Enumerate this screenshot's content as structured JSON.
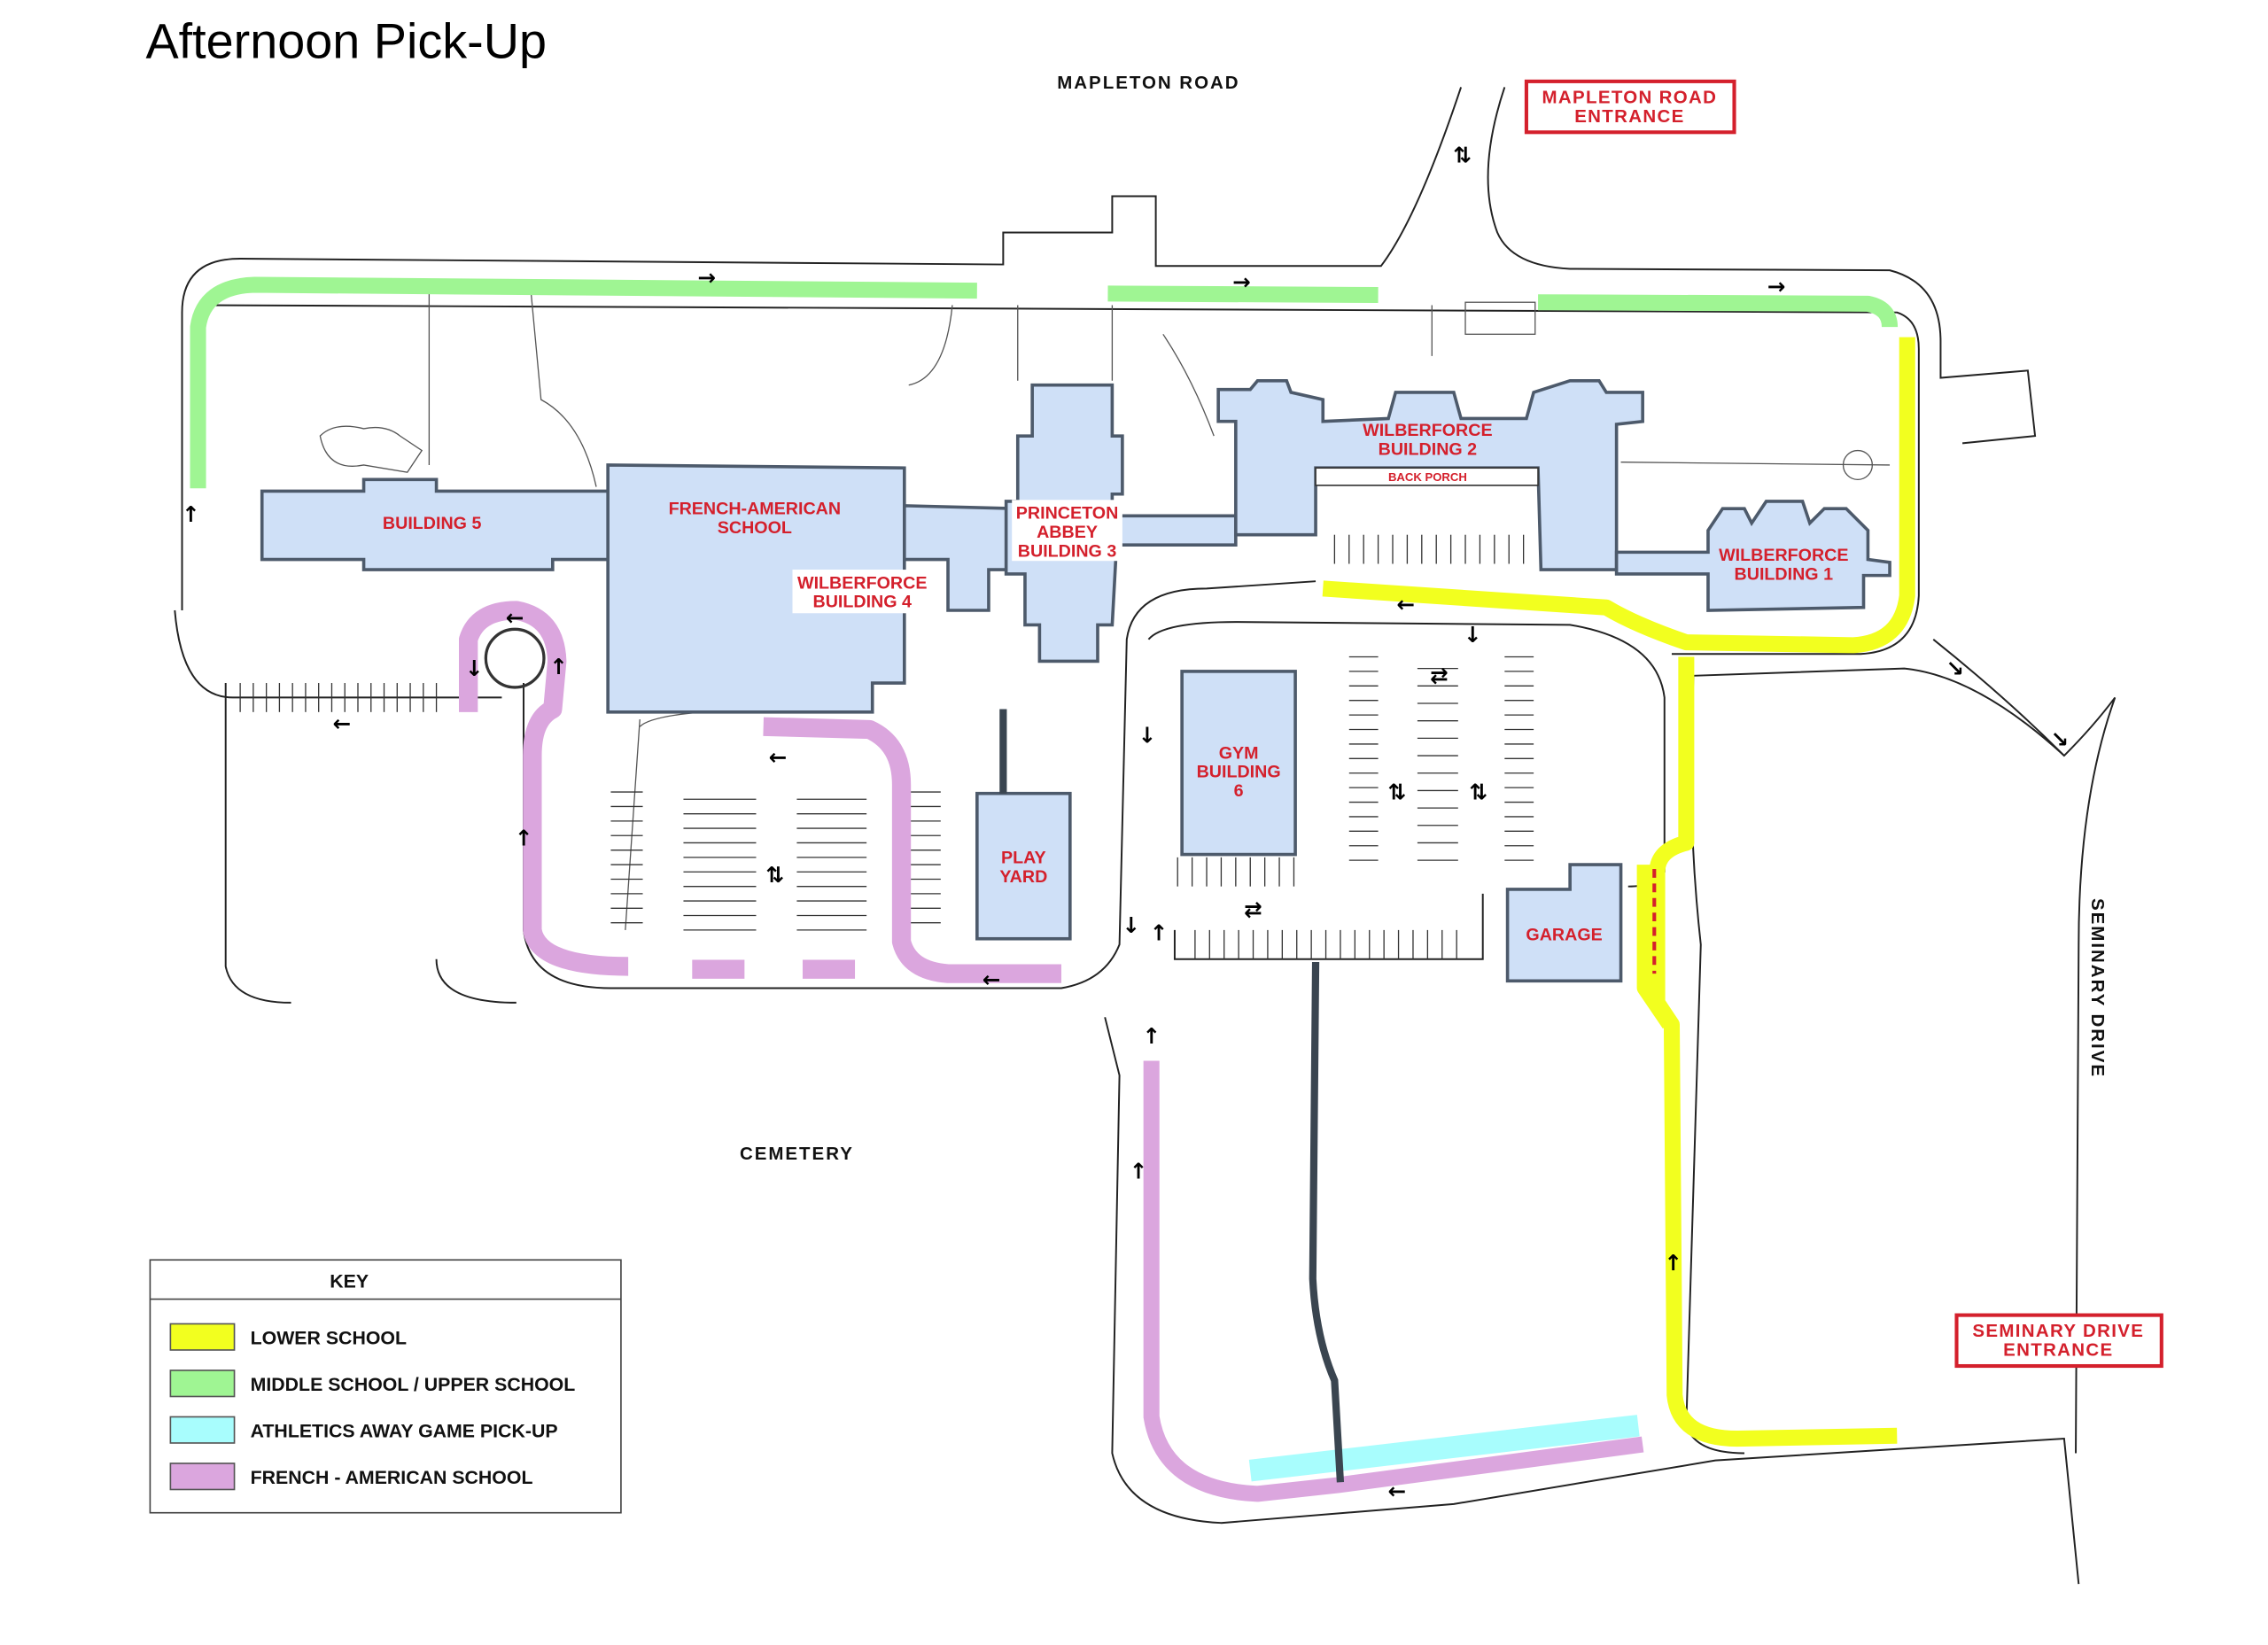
{
  "title": "Afternoon Pick-Up",
  "streets": {
    "mapleton_road": "MAPLETON ROAD",
    "seminary_drive": "SEMINARY DRIVE",
    "cemetery": "CEMETERY"
  },
  "entrances": {
    "mapleton": [
      "MAPLETON ROAD",
      "ENTRANCE"
    ],
    "seminary": [
      "SEMINARY DRIVE",
      "ENTRANCE"
    ]
  },
  "buildings": {
    "building5": [
      "BUILDING 5"
    ],
    "french_american": [
      "FRENCH-AMERICAN",
      "SCHOOL"
    ],
    "wilberforce4": [
      "WILBERFORCE",
      "BUILDING 4"
    ],
    "princeton_abbey": [
      "PRINCETON",
      "ABBEY",
      "BUILDING 3"
    ],
    "wilberforce2": [
      "WILBERFORCE",
      "BUILDING 2"
    ],
    "back_porch": "BACK PORCH",
    "wilberforce1": [
      "WILBERFORCE",
      "BUILDING 1"
    ],
    "gym": [
      "GYM",
      "BUILDING",
      "6"
    ],
    "play_yard": [
      "PLAY",
      "YARD"
    ],
    "garage": [
      "GARAGE"
    ]
  },
  "key": {
    "title": "KEY",
    "items": [
      {
        "label": "LOWER SCHOOL",
        "color": "#f2ff1f"
      },
      {
        "label": "MIDDLE SCHOOL /  UPPER SCHOOL",
        "color": "#9ff593"
      },
      {
        "label": "ATHLETICS AWAY GAME PICK-UP",
        "color": "#a8fdfd"
      },
      {
        "label": "FRENCH - AMERICAN SCHOOL",
        "color": "#dba6de"
      }
    ]
  },
  "colors": {
    "building_fill": "#cfe0f7",
    "label_red": "#d4202c"
  }
}
